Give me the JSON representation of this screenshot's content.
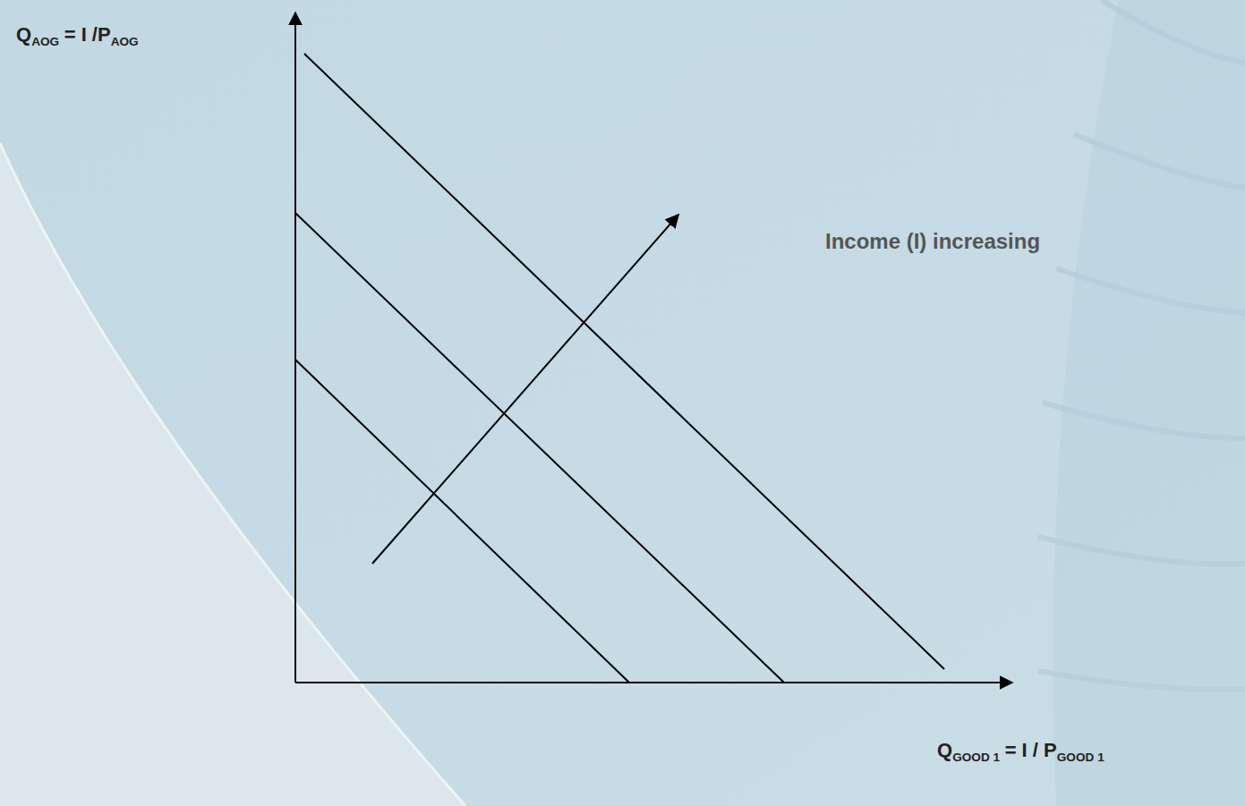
{
  "diagram": {
    "labels": [
      "Q",
      "AOG",
      "= I /P",
      "AOG",
      "Income (I) increasing",
      "Q",
      "GOOD 1",
      "= I / P",
      "GOOD 1"
    ]
  }
}
